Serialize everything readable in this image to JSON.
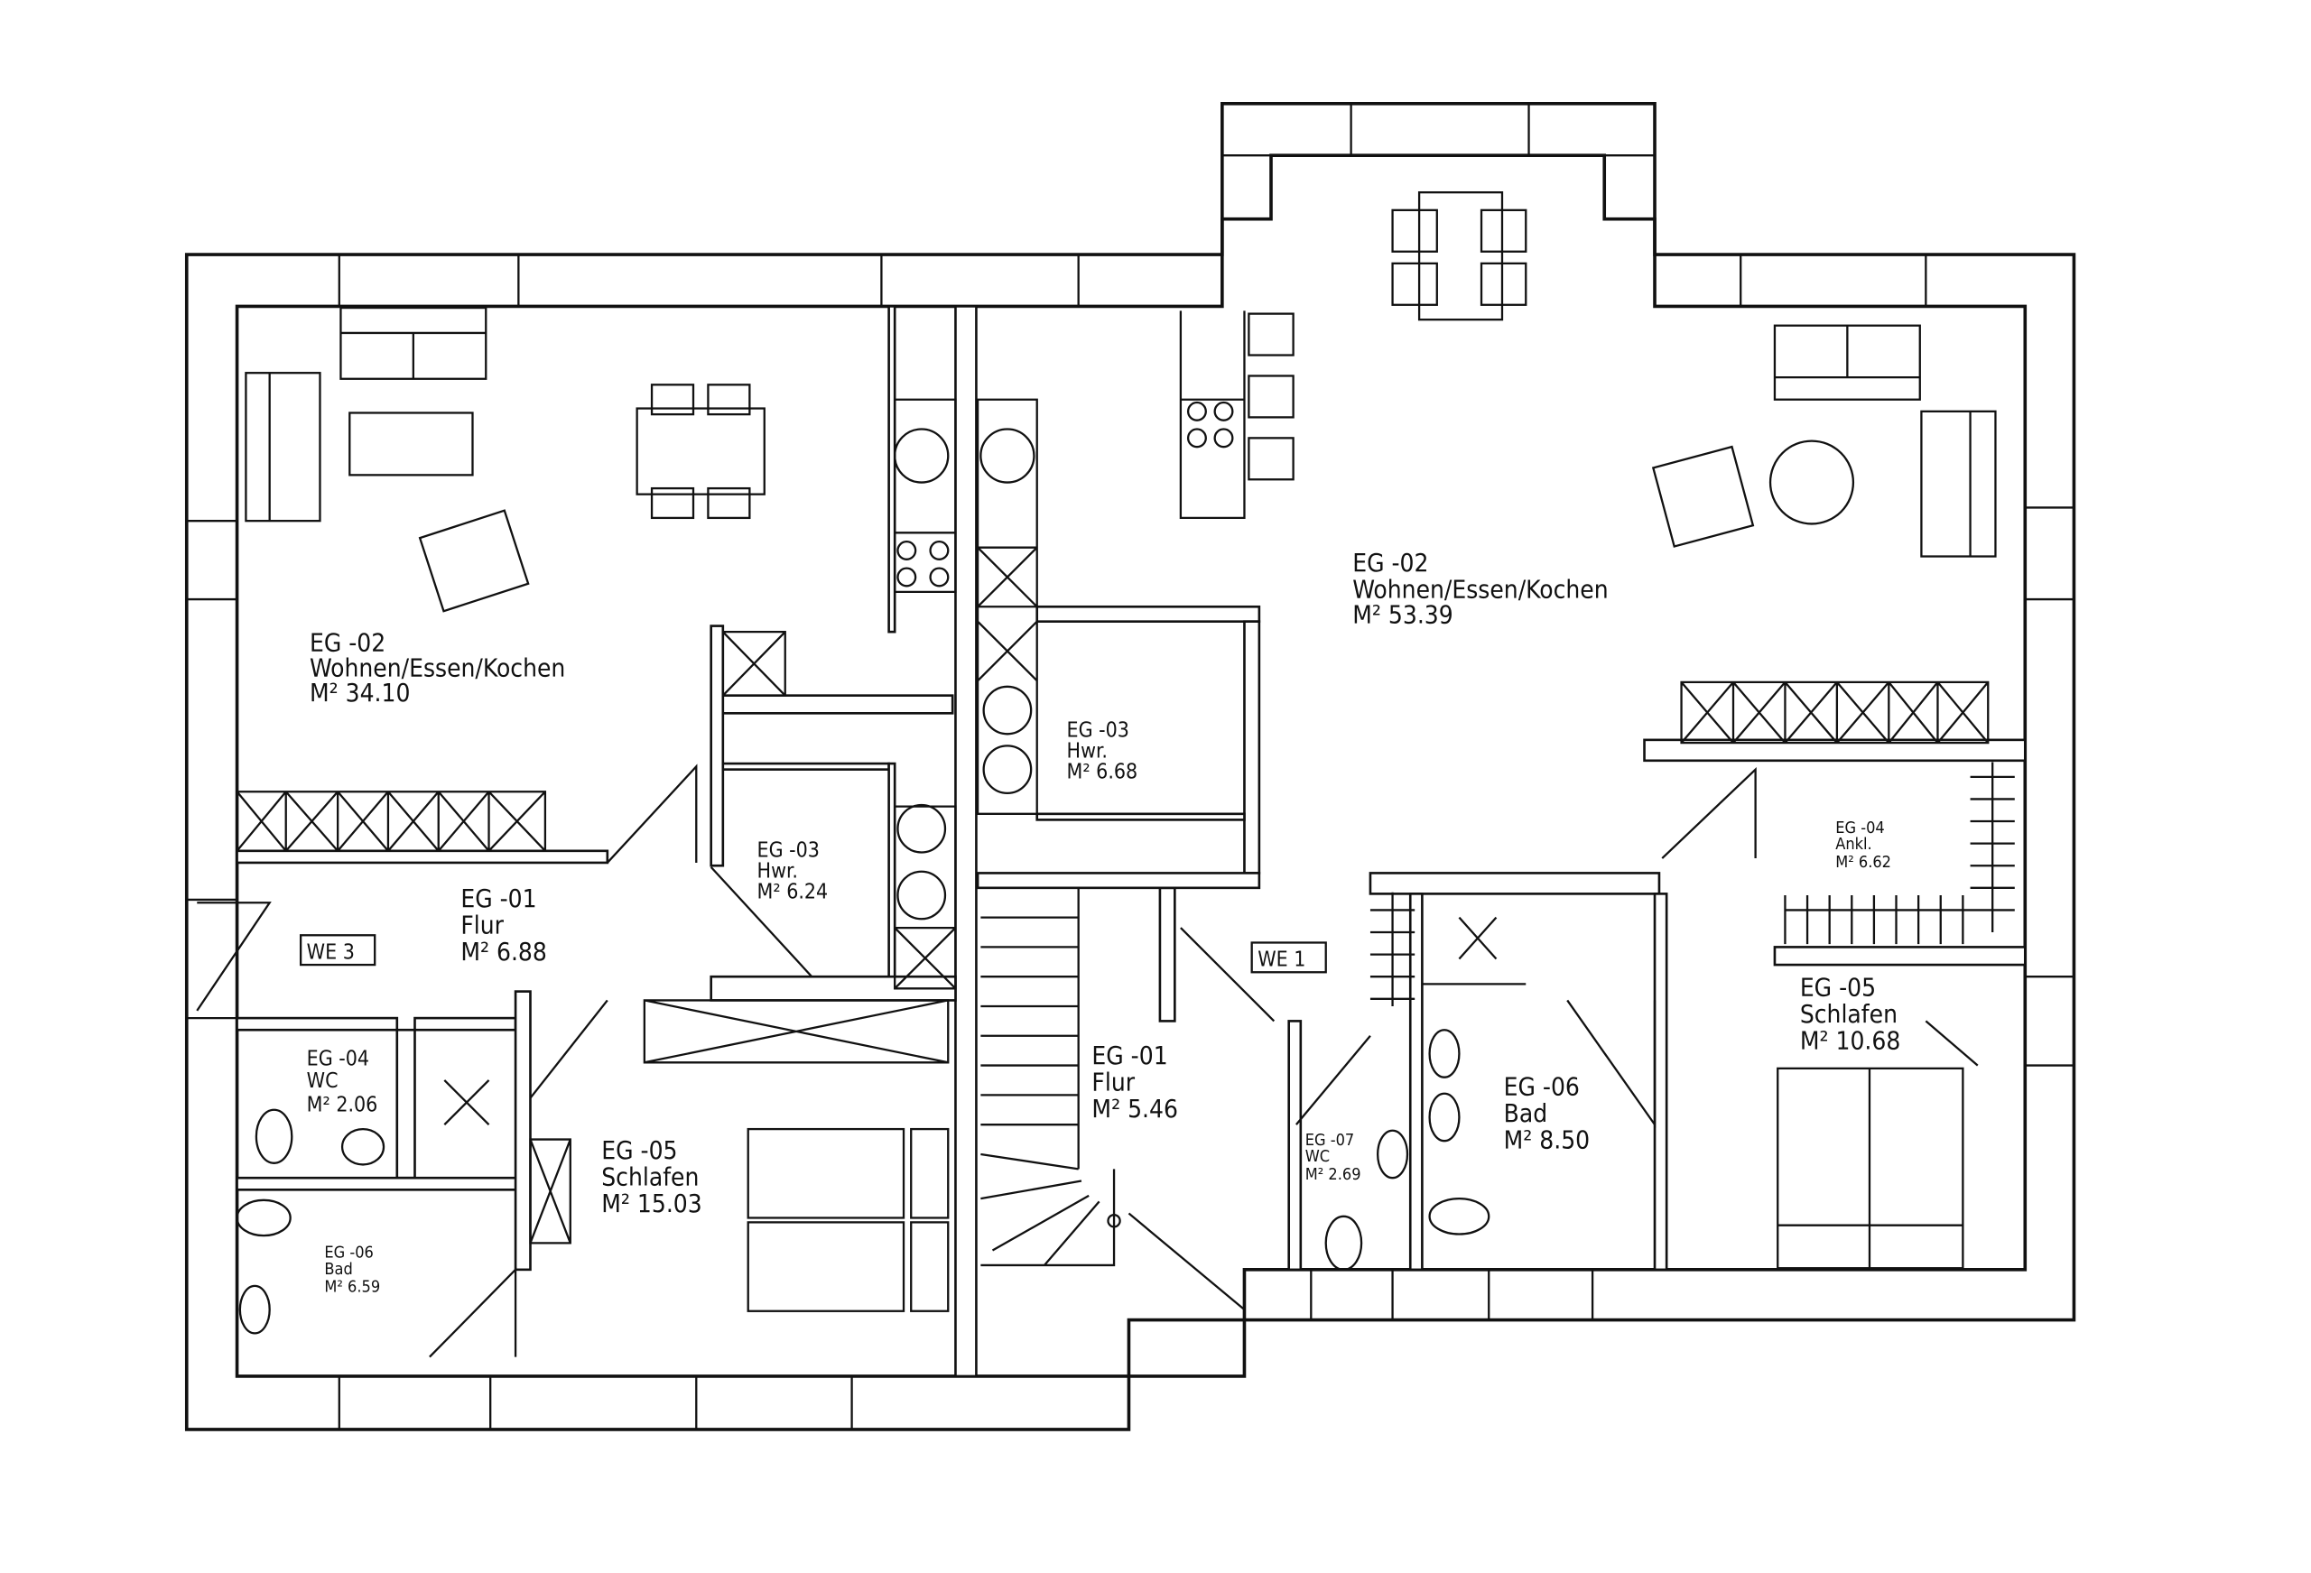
{
  "units": [
    {
      "label": "WE 3"
    },
    {
      "label": "WE 1"
    }
  ],
  "we3_rooms": [
    {
      "code": "EG -02",
      "name": "Wohnen/Essen/Kochen",
      "area": "M² 34.10"
    },
    {
      "code": "EG -01",
      "name": "Flur",
      "area": "M² 6.88"
    },
    {
      "code": "EG -03",
      "name": "Hwr.",
      "area": "M² 6.24"
    },
    {
      "code": "EG -04",
      "name": "WC",
      "area": "M² 2.06"
    },
    {
      "code": "EG -05",
      "name": "Schlafen",
      "area": "M² 15.03"
    },
    {
      "code": "EG -06",
      "name": "Bad",
      "area": "M² 6.59"
    }
  ],
  "we1_rooms": [
    {
      "code": "EG -02",
      "name": "Wohnen/Essen/Kochen",
      "area": "M² 53.39"
    },
    {
      "code": "EG -03",
      "name": "Hwr.",
      "area": "M² 6.68"
    },
    {
      "code": "EG -04",
      "name": "Ankl.",
      "area": "M² 6.62"
    },
    {
      "code": "EG -05",
      "name": "Schlafen",
      "area": "M² 10.68"
    },
    {
      "code": "EG -01",
      "name": "Flur",
      "area": "M² 5.46"
    },
    {
      "code": "EG -07",
      "name": "WC",
      "area": "M² 2.69"
    },
    {
      "code": "EG -06",
      "name": "Bad",
      "area": "M² 8.50"
    }
  ]
}
